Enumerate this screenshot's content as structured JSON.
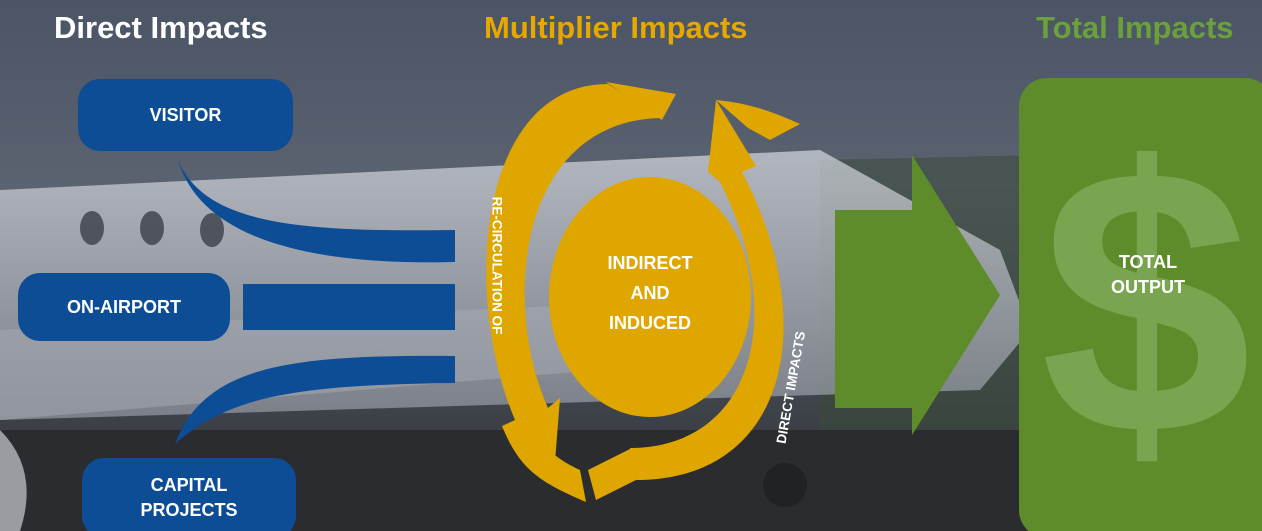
{
  "headings": {
    "direct": "Direct Impacts",
    "multiplier": "Multiplier Impacts",
    "total": "Total Impacts"
  },
  "direct_sources": {
    "visitor": "VISITOR",
    "on_airport": "ON-AIRPORT",
    "capital_line1": "CAPITAL",
    "capital_line2": "PROJECTS"
  },
  "center": {
    "line1": "INDIRECT",
    "line2": "AND",
    "line3": "INDUCED"
  },
  "arrow_labels": {
    "left": "RE-CIRCULATION OF",
    "right": "DIRECT IMPACTS"
  },
  "total": {
    "line1": "TOTAL",
    "line2": "OUTPUT",
    "symbol": "$"
  },
  "colors": {
    "direct_blue": "#0d4d96",
    "multiplier_gold": "#e0a600",
    "total_green": "#5e8c2b",
    "heading_green": "#6aa13a"
  }
}
